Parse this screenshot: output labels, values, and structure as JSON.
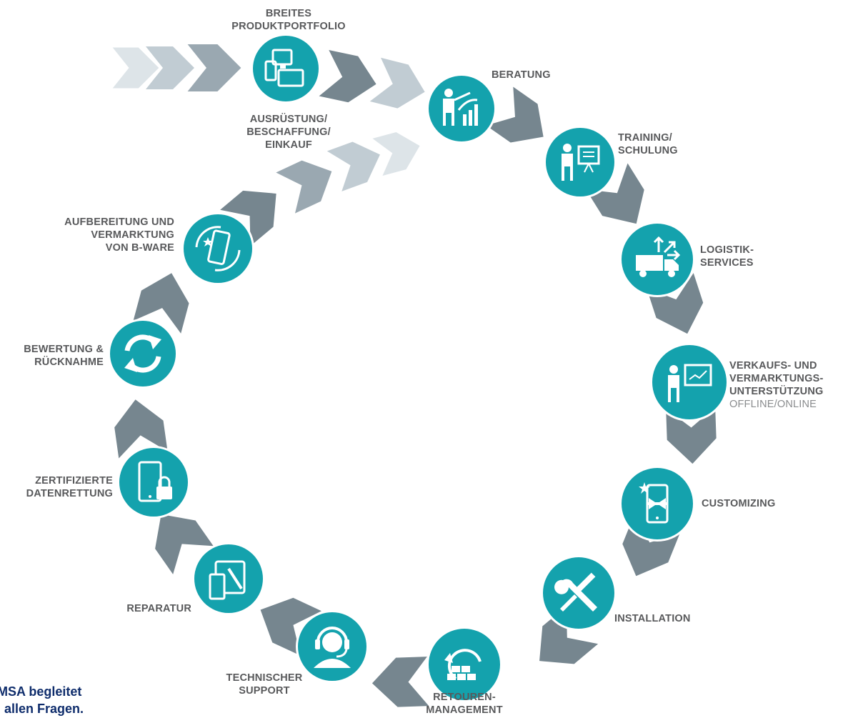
{
  "colors": {
    "circle": "#14a2ad",
    "circle_ring": "#ffffff",
    "arrow_dark": "#76868f",
    "arrow_mid": "#9aa8b1",
    "arrow_light": "#c1ccd3",
    "arrow_faint": "#dde4e8",
    "label": "#58595b",
    "sublabel": "#8a8c8e",
    "tagline": "#0f2d6c"
  },
  "steps": [
    {
      "id": "portfolio",
      "icon": "devices-icon",
      "lines": [
        "BREITES",
        "PRODUKTPORTFOLIO"
      ],
      "lines2": [
        "AUSRÜSTUNG/",
        "BESCHAFFUNG/",
        "EINKAUF"
      ]
    },
    {
      "id": "beratung",
      "icon": "consulting-chart-icon",
      "lines": [
        "BERATUNG"
      ]
    },
    {
      "id": "training",
      "icon": "presentation-board-icon",
      "lines": [
        "TRAINING/",
        "SCHULUNG"
      ]
    },
    {
      "id": "logistik",
      "icon": "delivery-truck-icon",
      "lines": [
        "LOGISTIK-",
        "SERVICES"
      ]
    },
    {
      "id": "verkauf",
      "icon": "sales-presentation-icon",
      "lines": [
        "VERKAUFS- UND",
        "VERMARKTUNGS-",
        "UNTERSTÜTZUNG"
      ],
      "sub": "OFFLINE/ONLINE"
    },
    {
      "id": "customizing",
      "icon": "gift-phone-icon",
      "lines": [
        "CUSTOMIZING"
      ]
    },
    {
      "id": "installation",
      "icon": "wrench-screwdriver-icon",
      "lines": [
        "INSTALLATION"
      ]
    },
    {
      "id": "retouren",
      "icon": "return-boxes-icon",
      "lines": [
        "RETOUREN-",
        "MANAGEMENT"
      ]
    },
    {
      "id": "support",
      "icon": "headset-agent-icon",
      "lines": [
        "TECHNISCHER",
        "SUPPORT"
      ]
    },
    {
      "id": "reparatur",
      "icon": "tablet-repair-icon",
      "lines": [
        "REPARATUR"
      ]
    },
    {
      "id": "datenrettung",
      "icon": "phone-lock-icon",
      "lines": [
        "ZERTIFIZIERTE",
        "DATENRETTUNG"
      ]
    },
    {
      "id": "bewertung",
      "icon": "refresh-icon",
      "lines": [
        "BEWERTUNG &",
        "RÜCKNAHME"
      ]
    },
    {
      "id": "aufbereitung",
      "icon": "phone-refurbish-icon",
      "lines": [
        "AUFBEREITUNG UND",
        "VERMARKTUNG",
        "VON B-WARE"
      ]
    }
  ],
  "tagline": [
    "MSA begleitet",
    "i allen Fragen."
  ]
}
